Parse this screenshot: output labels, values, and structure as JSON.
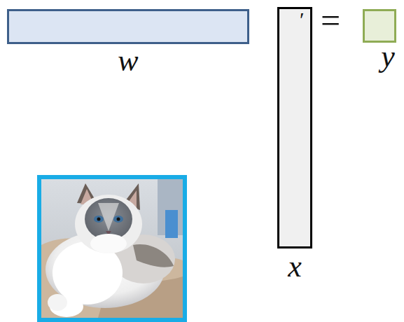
{
  "diagram": {
    "nodes": [
      {
        "text": [
          "w"
        ]
      },
      {
        "text": [
          "x"
        ]
      },
      {
        "text": [
          "y"
        ]
      }
    ],
    "labels": [
      "′",
      "="
    ]
  }
}
